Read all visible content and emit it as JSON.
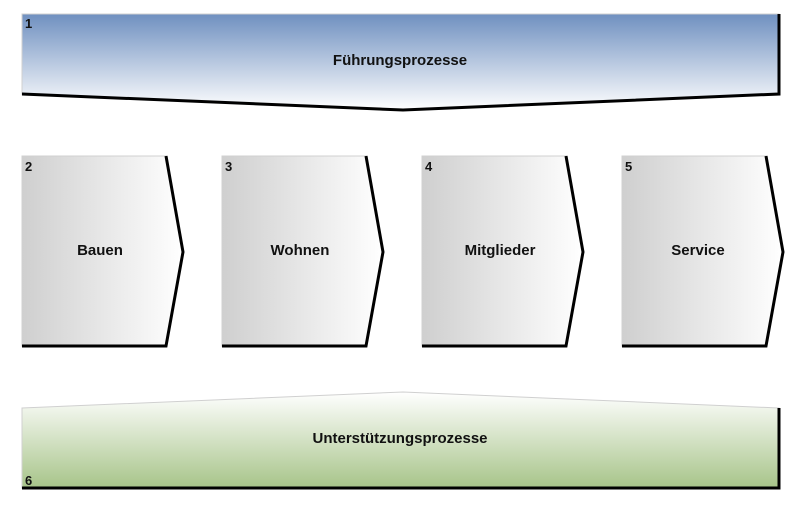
{
  "top": {
    "number": "1",
    "label": "Führungsprozesse"
  },
  "processes": [
    {
      "number": "2",
      "label": "Bauen"
    },
    {
      "number": "3",
      "label": "Wohnen"
    },
    {
      "number": "4",
      "label": "Mitglieder"
    },
    {
      "number": "5",
      "label": "Service"
    }
  ],
  "bottom": {
    "number": "6",
    "label": "Unterstützungsprozesse"
  },
  "colors": {
    "top_gradient": [
      "#ffffff",
      "#6f90c0"
    ],
    "bottom_gradient": [
      "#ffffff",
      "#a7c489"
    ],
    "box_gradient": [
      "#cfcfcf",
      "#ffffff"
    ]
  }
}
